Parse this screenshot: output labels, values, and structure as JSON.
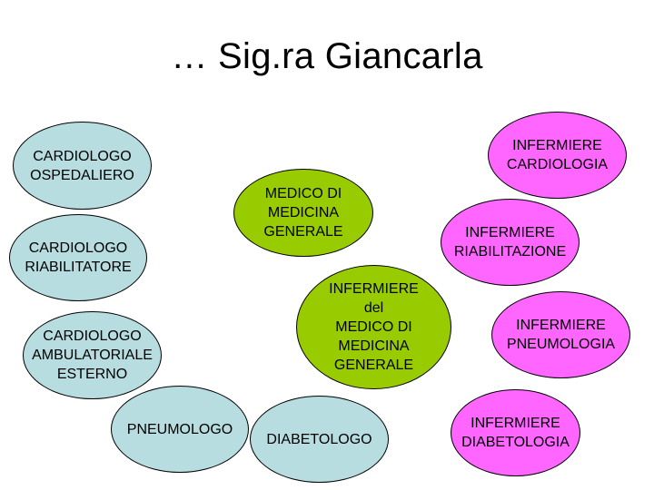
{
  "title": "… Sig.ra Giancarla",
  "colors": {
    "specialist": "#b7dde0",
    "general_practice": "#99cc00",
    "nurse": "#ff66ff"
  },
  "nodes": {
    "cardiologo_ospedaliero": "CARDIOLOGO\nOSPEDALIERO",
    "cardiologo_riabilitatore": "CARDIOLOGO\nRIABILITATORE",
    "cardiologo_ambulatoriale": "CARDIOLOGO\nAMBULATORIALE\nESTERNO",
    "pneumologo": "PNEUMOLOGO",
    "diabetologo": "DIABETOLOGO",
    "medico_medicina_generale": "MEDICO DI\nMEDICINA\nGENERALE",
    "infermiere_medico": "INFERMIERE\ndel\nMEDICO DI\nMEDICINA\nGENERALE",
    "infermiere_cardiologia": "INFERMIERE\nCARDIOLOGIA",
    "infermiere_riabilitazione": "INFERMIERE\nRIABILITAZIONE",
    "infermiere_pneumologia": "INFERMIERE\nPNEUMOLOGIA",
    "infermiere_diabetologia": "INFERMIERE\nDIABETOLOGIA"
  }
}
